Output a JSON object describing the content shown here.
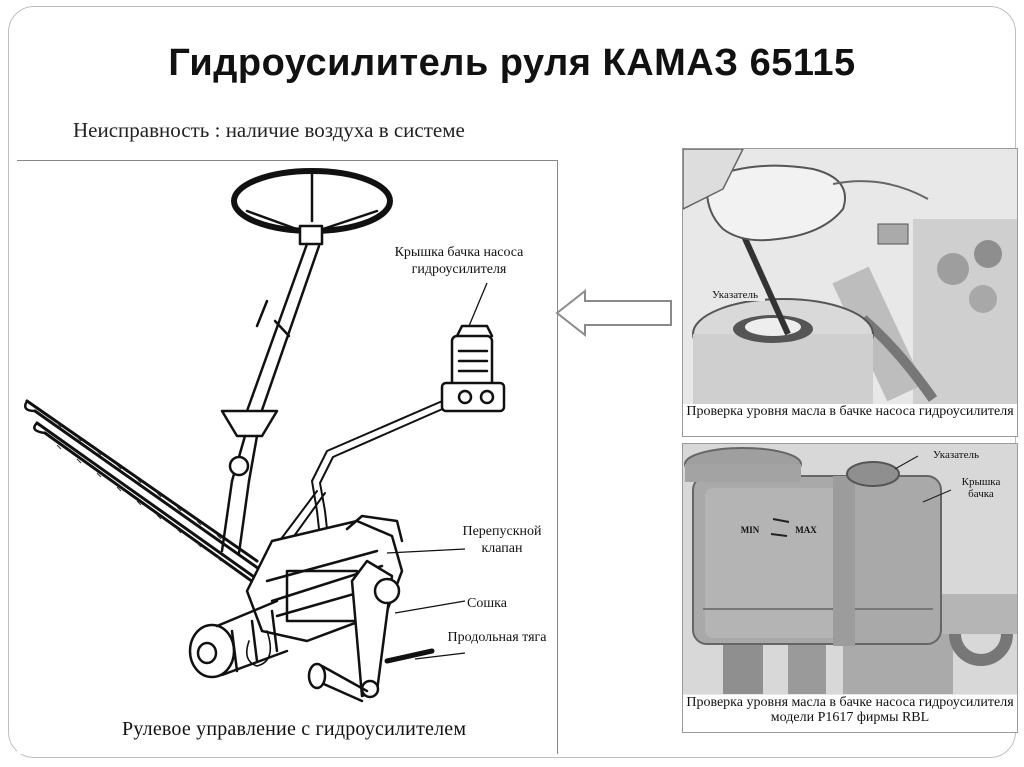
{
  "title": "Гидроусилитель руля КАМАЗ 65115",
  "fault_text": "Неисправность : наличие воздуха в системе",
  "diagram": {
    "caption": "Рулевое управление с гидроусилителем",
    "labels": {
      "tank_cap": "Крышка бачка насоса гидроусилителя",
      "bypass_valve": "Перепускной клапан",
      "pitman_arm": "Сошка",
      "drag_link": "Продольная тяга"
    }
  },
  "photo_top": {
    "indicator_label": "Указатель",
    "caption": "Проверка уровня масла в бачке насоса гидроусилителя"
  },
  "photo_bottom": {
    "indicator_label": "Указатель",
    "cap_label": "Крышка бачка",
    "min_label": "MIN",
    "max_label": "MAX",
    "caption": "Проверка уровня масла в бачке насоса гидроусилителя модели Р1617 фирмы RBL"
  }
}
